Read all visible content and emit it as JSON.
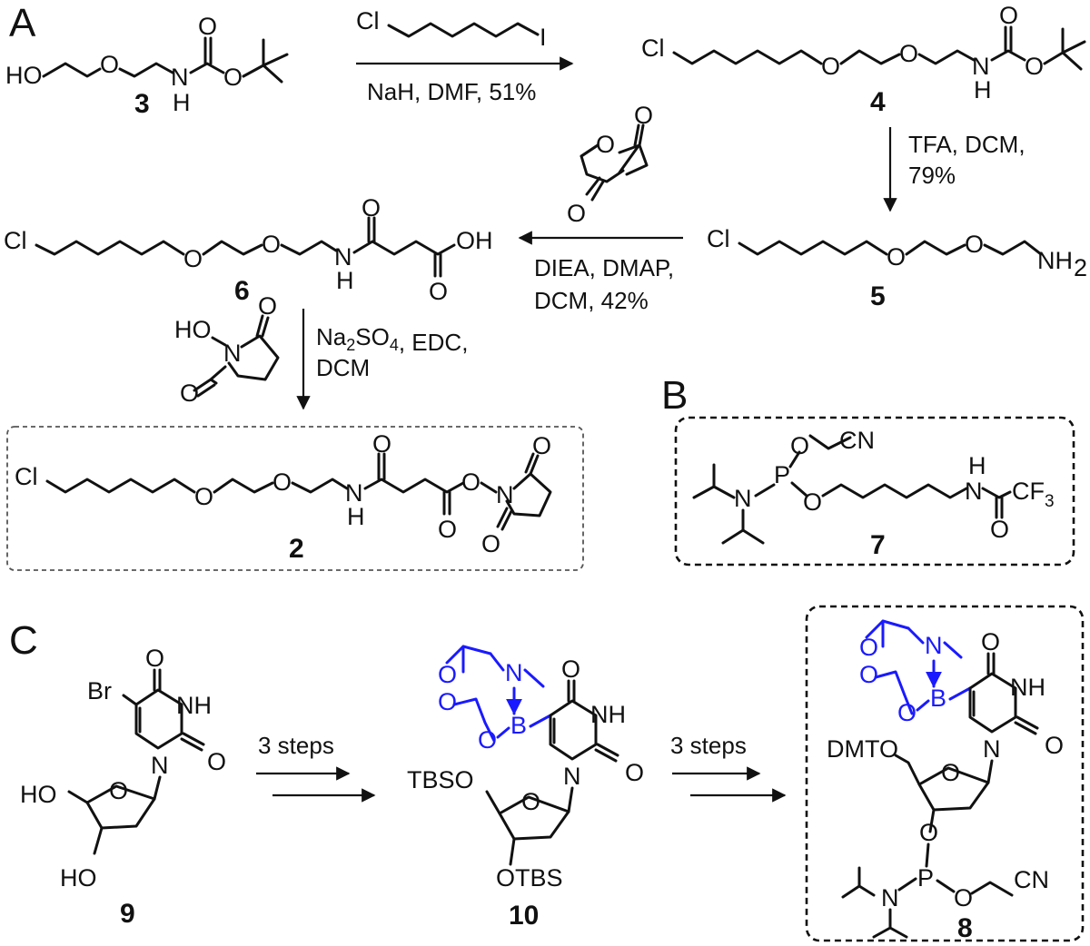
{
  "panels": {
    "a": "A",
    "b": "B",
    "c": "C"
  },
  "compounds": {
    "c3": "3",
    "c4": "4",
    "c5": "5",
    "c6": "6",
    "c2": "2",
    "c7": "7",
    "c9": "9",
    "c10": "10",
    "c8": "8"
  },
  "conditions": {
    "step1": "NaH, DMF, 51%",
    "step2_line1": "TFA, DCM,",
    "step2_line2": "79%",
    "step3_line1": "DIEA, DMAP,",
    "step3_line2": "DCM, 42%",
    "step4_line2": "DCM",
    "steps_a": "3 steps",
    "steps_b": "3 steps"
  },
  "atoms": {
    "cl": "Cl",
    "i": "I",
    "o": "O",
    "n": "N",
    "h": "H",
    "ho": "HO",
    "oh": "OH",
    "nh": "NH",
    "b": "B",
    "p": "P",
    "br": "Br",
    "cn": "CN",
    "nh2": "NH",
    "sub2": "2",
    "sub3": "3",
    "sub4": "4",
    "na": "Na",
    "so": "SO",
    "edc": ", EDC,",
    "cf": "CF",
    "tbso": "TBSO",
    "otbs": "OTBS",
    "dmto": "DMTO"
  }
}
